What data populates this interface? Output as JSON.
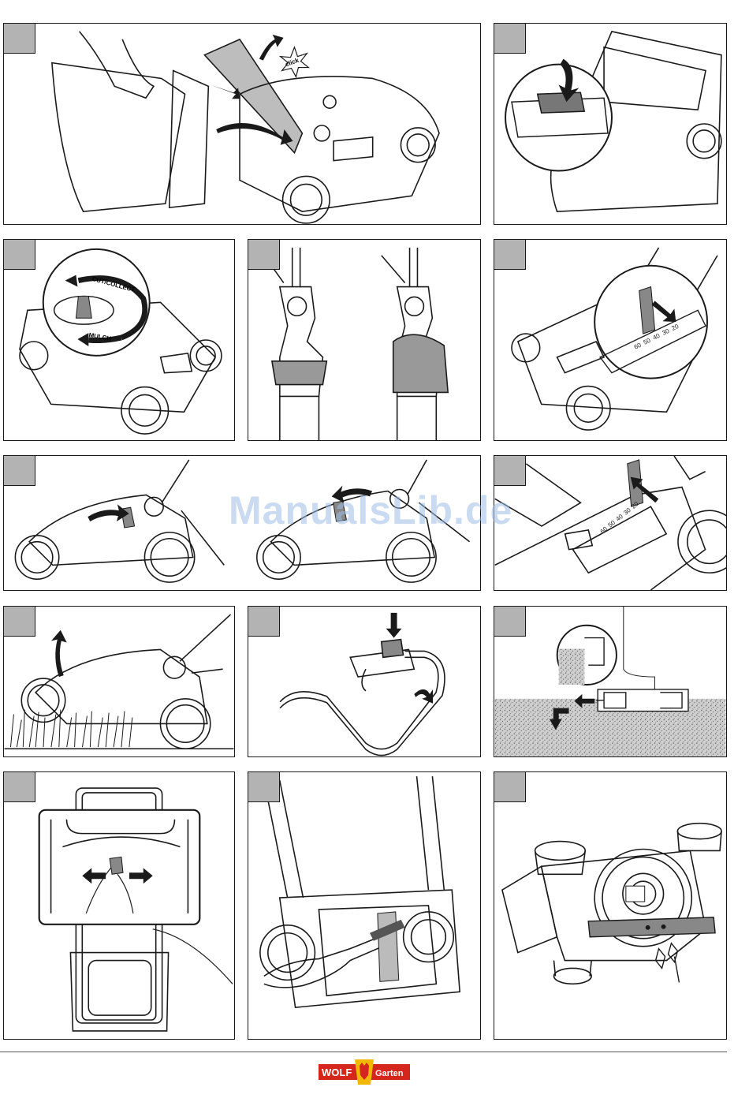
{
  "panel_1": {
    "click_label": "click"
  },
  "panel_3": {
    "cut_collect_label": "CUT/COLLECT",
    "mulch_label": "MULCH"
  },
  "panel_5": {
    "height_scale": [
      "60",
      "50",
      "40",
      "30",
      "20"
    ]
  },
  "panel_7": {
    "height_scale": [
      "60",
      "50",
      "40",
      "30",
      "20"
    ]
  },
  "watermark": {
    "text": "ManualsLib.de"
  },
  "footer": {
    "logo_left": "WOLF",
    "logo_right": "Garten"
  },
  "colors": {
    "number_box": "#b3b3b3",
    "watermark": "#9fbfe6",
    "logo_red": "#d4261c",
    "logo_yellow": "#f2b800",
    "stipple": "#bdbdbd"
  }
}
